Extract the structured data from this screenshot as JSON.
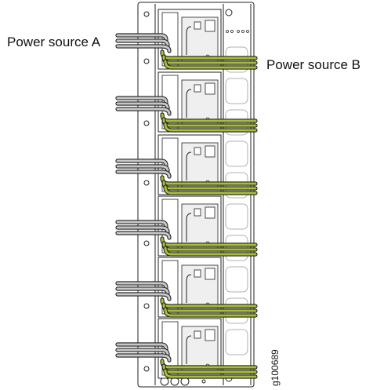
{
  "labels": {
    "power_source_a": "Power source A",
    "power_source_b": "Power source B"
  },
  "figure_id": "g100689",
  "colors": {
    "cable_b": "#a7be35",
    "cable_a": "#c7c7c7",
    "line": "#222222"
  },
  "power_supply_count": 6
}
